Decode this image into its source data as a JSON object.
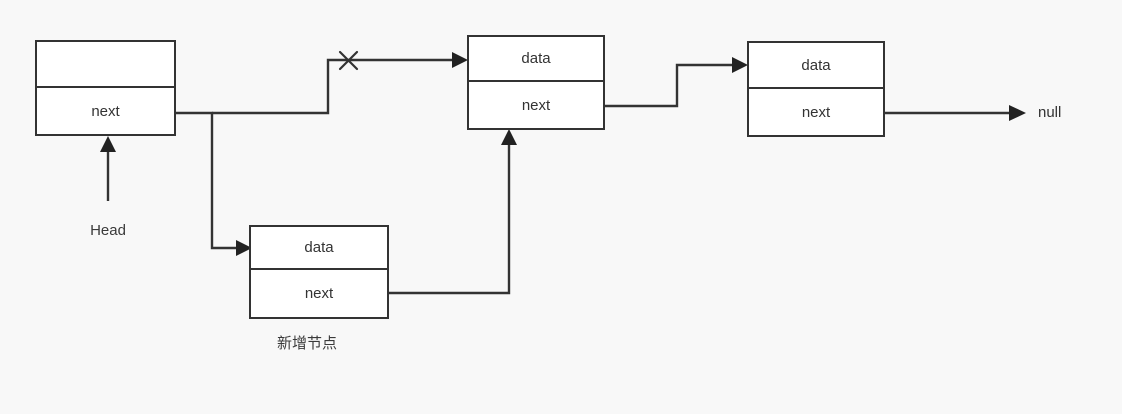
{
  "diagram": {
    "title": "singly-linked-list-node-insertion",
    "background_color": "#f8f8f8",
    "stroke_color": "#333333",
    "node_fill_color": "#ffffff",
    "nodes": [
      {
        "id": "head-node",
        "data_label": "",
        "next_label": "next"
      },
      {
        "id": "node-b",
        "data_label": "data",
        "next_label": "next"
      },
      {
        "id": "node-c",
        "data_label": "data",
        "next_label": "next"
      },
      {
        "id": "new-node",
        "data_label": "data",
        "next_label": "next"
      }
    ],
    "labels": {
      "head": "Head",
      "null": "null",
      "new_node_caption": "新增节点"
    },
    "markers": {
      "broken_link": "×"
    }
  }
}
